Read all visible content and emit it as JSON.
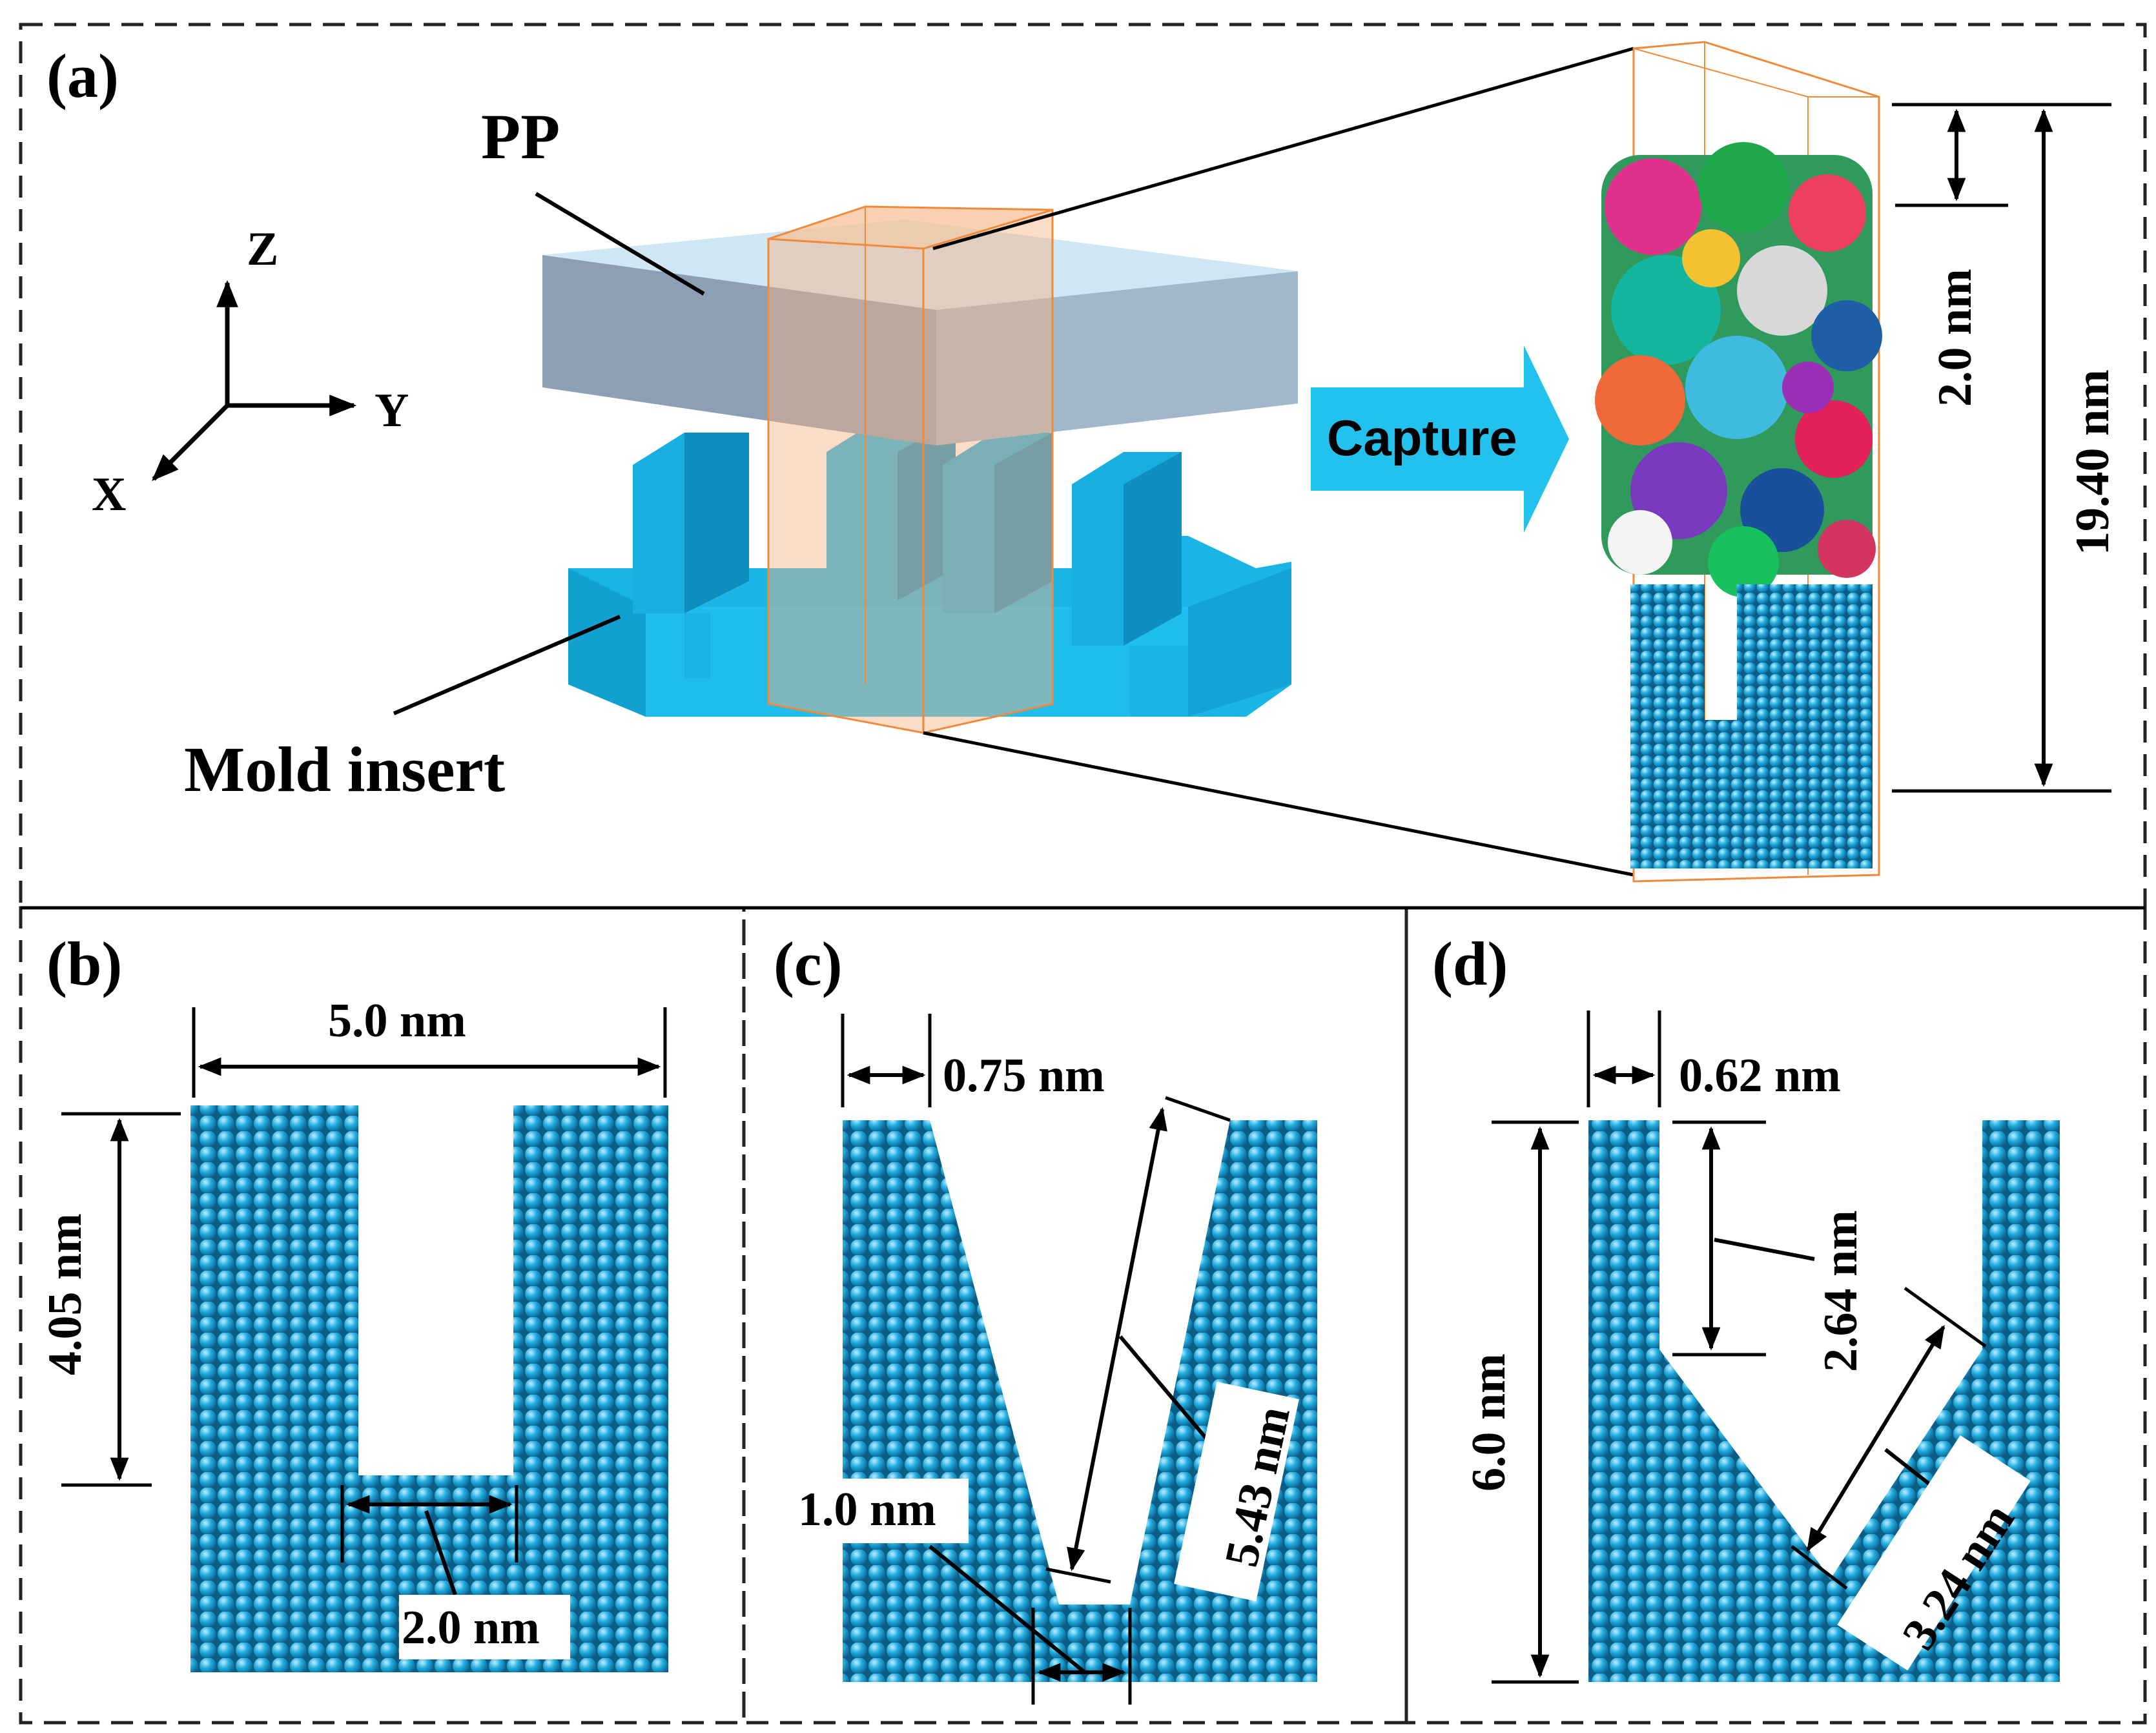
{
  "panels": {
    "a": {
      "label": "(a)",
      "pp_label": "PP",
      "mold_label": "Mold insert",
      "capture_label": "Capture",
      "axes": {
        "x": "X",
        "y": "Y",
        "z": "Z"
      },
      "gap_dimension": "2.0 nm",
      "height_dimension": "19.40 nm"
    },
    "b": {
      "label": "(b)",
      "width_dimension": "5.0 nm",
      "depth_dimension": "4.05 nm",
      "bottom_dimension": "2.0 nm"
    },
    "c": {
      "label": "(c)",
      "top_dimension": "0.75 nm",
      "side_dimension": "5.43 nm",
      "bottom_dimension": "1.0 nm"
    },
    "d": {
      "label": "(d)",
      "top_dimension": "0.62 nm",
      "depth_dimension": "2.64 nm",
      "height_dimension": "6.0 nm",
      "side_dimension": "3.24 nm"
    }
  },
  "colors": {
    "atom_blue": "#1ea6d8",
    "mold_blue": "#19b5e6",
    "pp_grey": "#8ea2b8",
    "highlight_orange": "#f4b183",
    "arrow_cyan": "#22c1ee"
  }
}
